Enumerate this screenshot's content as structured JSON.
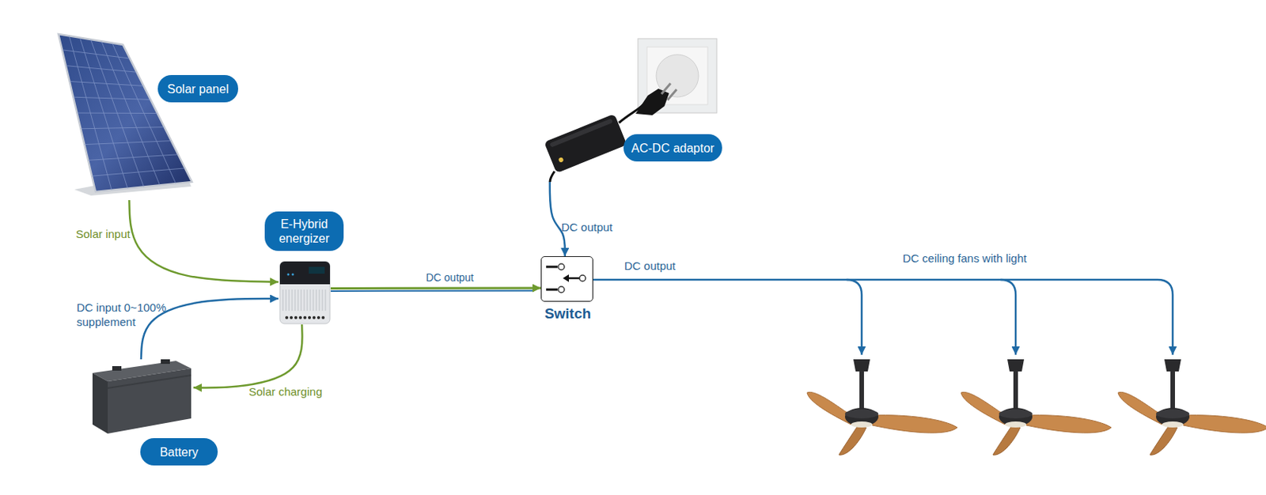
{
  "diagram": {
    "nodes": [
      {
        "text": [
          "Solar panel"
        ]
      },
      {
        "text": [
          "E-Hybrid energizer"
        ]
      },
      {
        "text": [
          "Battery"
        ]
      },
      {
        "text": [
          "AC-DC adaptor"
        ]
      },
      {
        "text": [
          "Switch"
        ]
      }
    ],
    "edges": [
      {
        "from": 0,
        "to": 1,
        "label": "Solar input",
        "arrow": "to"
      },
      {
        "from": 2,
        "to": 1,
        "label": "DC input 0~100% supplement",
        "arrow": "to"
      },
      {
        "from": 1,
        "to": 2,
        "label": "Solar charging",
        "arrow": "to"
      },
      {
        "from": 1,
        "to": 4,
        "label": "DC output",
        "arrow": "to"
      },
      {
        "from": 3,
        "to": 4,
        "label": "DC output",
        "arrow": "to"
      }
    ],
    "labels": [
      "DC output",
      "DC ceiling fans with light"
    ]
  }
}
